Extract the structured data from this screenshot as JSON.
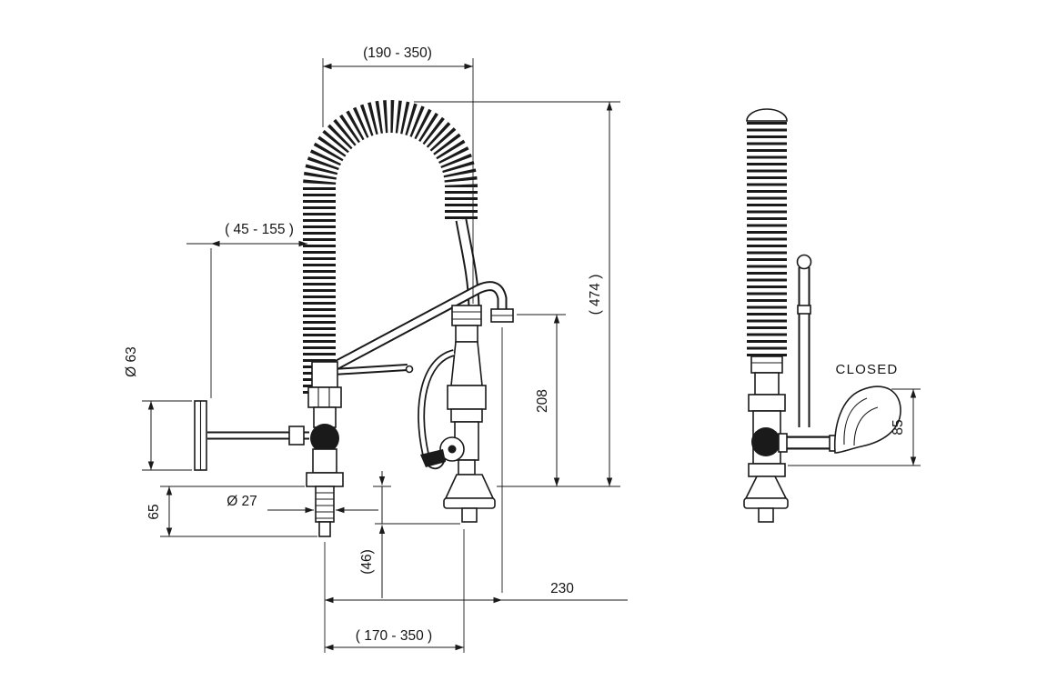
{
  "front": {
    "dim_top_width": "(190 - 350)",
    "dim_wall_offset": "( 45 - 155 )",
    "dim_total_height": "( 474 )",
    "dim_spout_height": "208",
    "dim_flange_diameter": "Ø 63",
    "dim_shank_diameter": "Ø 27",
    "dim_shank_length": "65",
    "dim_nozzle_drop": "(46)",
    "dim_spout_reach": "230",
    "dim_base_span": "( 170 - 350 )"
  },
  "side": {
    "state_label": "CLOSED",
    "dim_lever_height": "85"
  }
}
